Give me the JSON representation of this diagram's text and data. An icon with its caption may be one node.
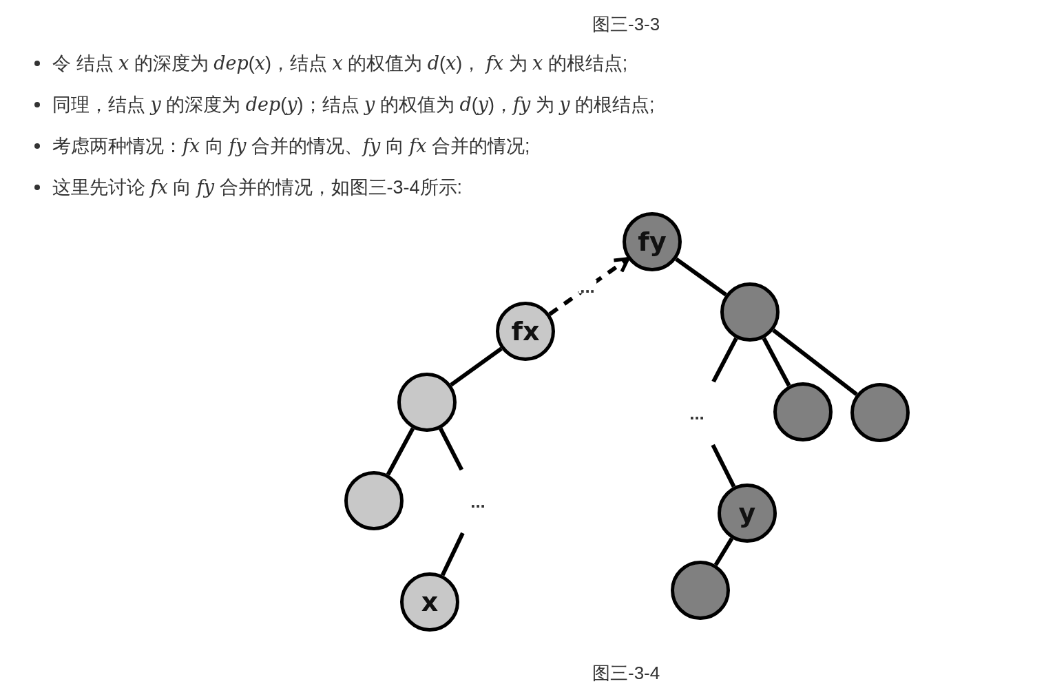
{
  "diagram": {
    "caption": "图三-3-4",
    "nodes": [
      {
        "text": [
          "fy"
        ]
      },
      {
        "text": [
          "fx"
        ]
      },
      {
        "text": [],
        "shape": "circle"
      },
      {
        "text": [
          "..."
        ]
      },
      {
        "text": [],
        "shape": "circle"
      },
      {
        "text": [],
        "shape": "circle"
      },
      {
        "text": [
          "y"
        ]
      },
      {
        "text": [],
        "shape": "circle"
      },
      {
        "text": [],
        "shape": "circle"
      },
      {
        "text": [],
        "shape": "circle"
      },
      {
        "text": [
          "..."
        ]
      },
      {
        "text": [
          "x"
        ]
      }
    ],
    "edges": [
      {
        "from": 1,
        "to": 0,
        "arrow": "to",
        "style": "dashed",
        "label": "..."
      },
      {
        "from": 0,
        "to": 2,
        "arrow": "none"
      },
      {
        "from": 2,
        "to": 3,
        "arrow": "none"
      },
      {
        "from": 2,
        "to": 4,
        "arrow": "none"
      },
      {
        "from": 2,
        "to": 5,
        "arrow": "none"
      },
      {
        "from": 3,
        "to": 6,
        "arrow": "none"
      },
      {
        "from": 6,
        "to": 7,
        "arrow": "none"
      },
      {
        "from": 1,
        "to": 8,
        "arrow": "none"
      },
      {
        "from": 8,
        "to": 9,
        "arrow": "none"
      },
      {
        "from": 8,
        "to": 10,
        "arrow": "none"
      },
      {
        "from": 10,
        "to": 11,
        "arrow": "none"
      }
    ],
    "labels": [
      "图三-3-3",
      "令 结点 *x* 的深度为 *dep*(*x*)，结点 *x* 的权值为 *d*(*x*)， *fx* 为 *x* 的根结点;",
      "同理，结点 *y* 的深度为 *dep*(*y*)；结点 *y* 的权值为 *d*(*y*)，*fy* 为 *y* 的根结点;",
      "考虑两种情况：*fx* 向 *fy* 合并的情况、*fy* 向 *fx* 合并的情况;",
      "这里先讨论 *fx* 向 *fy* 合并的情况，如图三-3-4所示:"
    ]
  }
}
